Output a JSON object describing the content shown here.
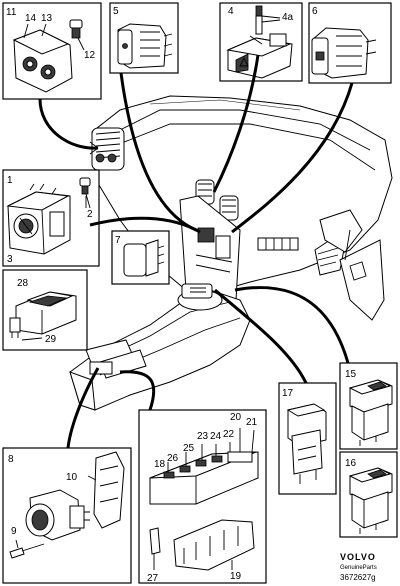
{
  "callouts": {
    "n1": "1",
    "n2": "2",
    "n3": "3",
    "n4": "4",
    "n4a": "4a",
    "n5": "5",
    "n6": "6",
    "n7": "7",
    "n8": "8",
    "n9": "9",
    "n10": "10",
    "n11": "11",
    "n12": "12",
    "n13": "13",
    "n14": "14",
    "n15": "15",
    "n16": "16",
    "n17": "17",
    "n18": "18",
    "n19": "19",
    "n20": "20",
    "n21": "21",
    "n22": "22",
    "n23": "23",
    "n24": "24",
    "n25": "25",
    "n26": "26",
    "n27": "27",
    "n28": "28",
    "n29": "29"
  },
  "branding": {
    "logo": "VOLVO",
    "tagline": "GenuineParts",
    "drawing_code": "3672627g"
  }
}
